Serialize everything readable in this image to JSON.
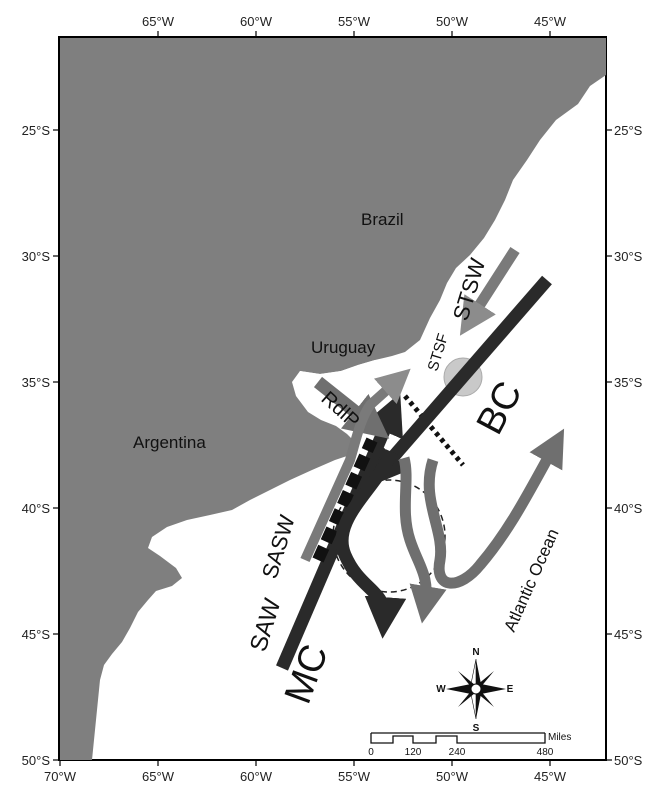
{
  "axes": {
    "top_ticks": [
      "65°W",
      "60°W",
      "55°W",
      "50°W",
      "45°W"
    ],
    "bottom_ticks": [
      "70°W",
      "65°W",
      "60°W",
      "55°W",
      "50°W",
      "45°W"
    ],
    "left_ticks": [
      "25°S",
      "30°S",
      "35°S",
      "40°S",
      "45°S",
      "50°S"
    ],
    "right_ticks": [
      "25°S",
      "30°S",
      "35°S",
      "40°S",
      "45°S",
      "50°S"
    ]
  },
  "countries": {
    "brazil": "Brazil",
    "uruguay": "Uruguay",
    "argentina": "Argentina"
  },
  "ocean": "Atlantic Ocean",
  "currents": {
    "stsw": "STSW",
    "stsf": "STSF",
    "rdlp": "RdlP",
    "bc": "BC",
    "sasw": "SASW",
    "saw": "SAW",
    "mc": "MC"
  },
  "compass": {
    "n": "N",
    "s": "S",
    "e": "E",
    "w": "W"
  },
  "scale": {
    "labels": [
      "0",
      "120",
      "240",
      "480"
    ],
    "unit": "Miles"
  },
  "colors": {
    "land": "#7f7f7f",
    "ocean": "#ffffff",
    "dark_current": "#2a2a2a",
    "gray_current": "#6f6f6f",
    "light_current": "#8c8c8c",
    "convergence": "#c9c9c9"
  }
}
